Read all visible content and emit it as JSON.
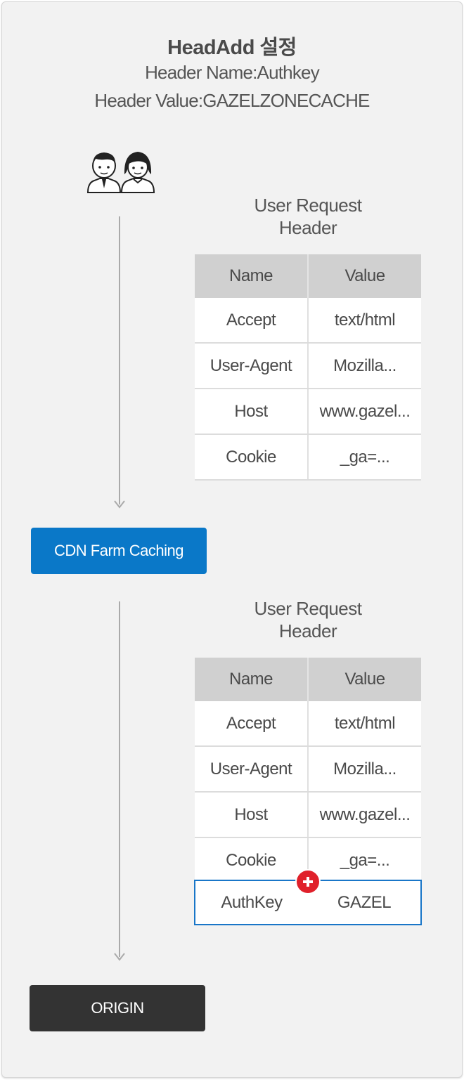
{
  "header": {
    "title": "HeadAdd 설정",
    "name_line": "Header Name:Authkey",
    "value_line": "Header Value:GAZELZONECACHE"
  },
  "top_section": {
    "label_line1": "User Request",
    "label_line2": "Header",
    "columns": [
      "Name",
      "Value"
    ],
    "rows": [
      {
        "name": "Accept",
        "value": "text/html"
      },
      {
        "name": "User-Agent",
        "value": "Mozilla..."
      },
      {
        "name": "Host",
        "value": "www.gazel..."
      },
      {
        "name": "Cookie",
        "value": "_ga=..."
      }
    ]
  },
  "cdn_box": {
    "label": "CDN Farm Caching",
    "color": "#0a78c8"
  },
  "bottom_section": {
    "label_line1": "User Request",
    "label_line2": "Header",
    "columns": [
      "Name",
      "Value"
    ],
    "rows": [
      {
        "name": "Accept",
        "value": "text/html"
      },
      {
        "name": "User-Agent",
        "value": "Mozilla..."
      },
      {
        "name": "Host",
        "value": "www.gazel..."
      },
      {
        "name": "Cookie",
        "value": "_ga=..."
      }
    ],
    "added_row": {
      "name": "AuthKey",
      "value": "GAZEL"
    },
    "added_icon": "plus-icon",
    "accent": "#1976c8"
  },
  "origin_box": {
    "label": "ORIGIN",
    "color": "#333333"
  },
  "icons": {
    "users": "users-icon",
    "arrow": "arrow-down-icon"
  }
}
